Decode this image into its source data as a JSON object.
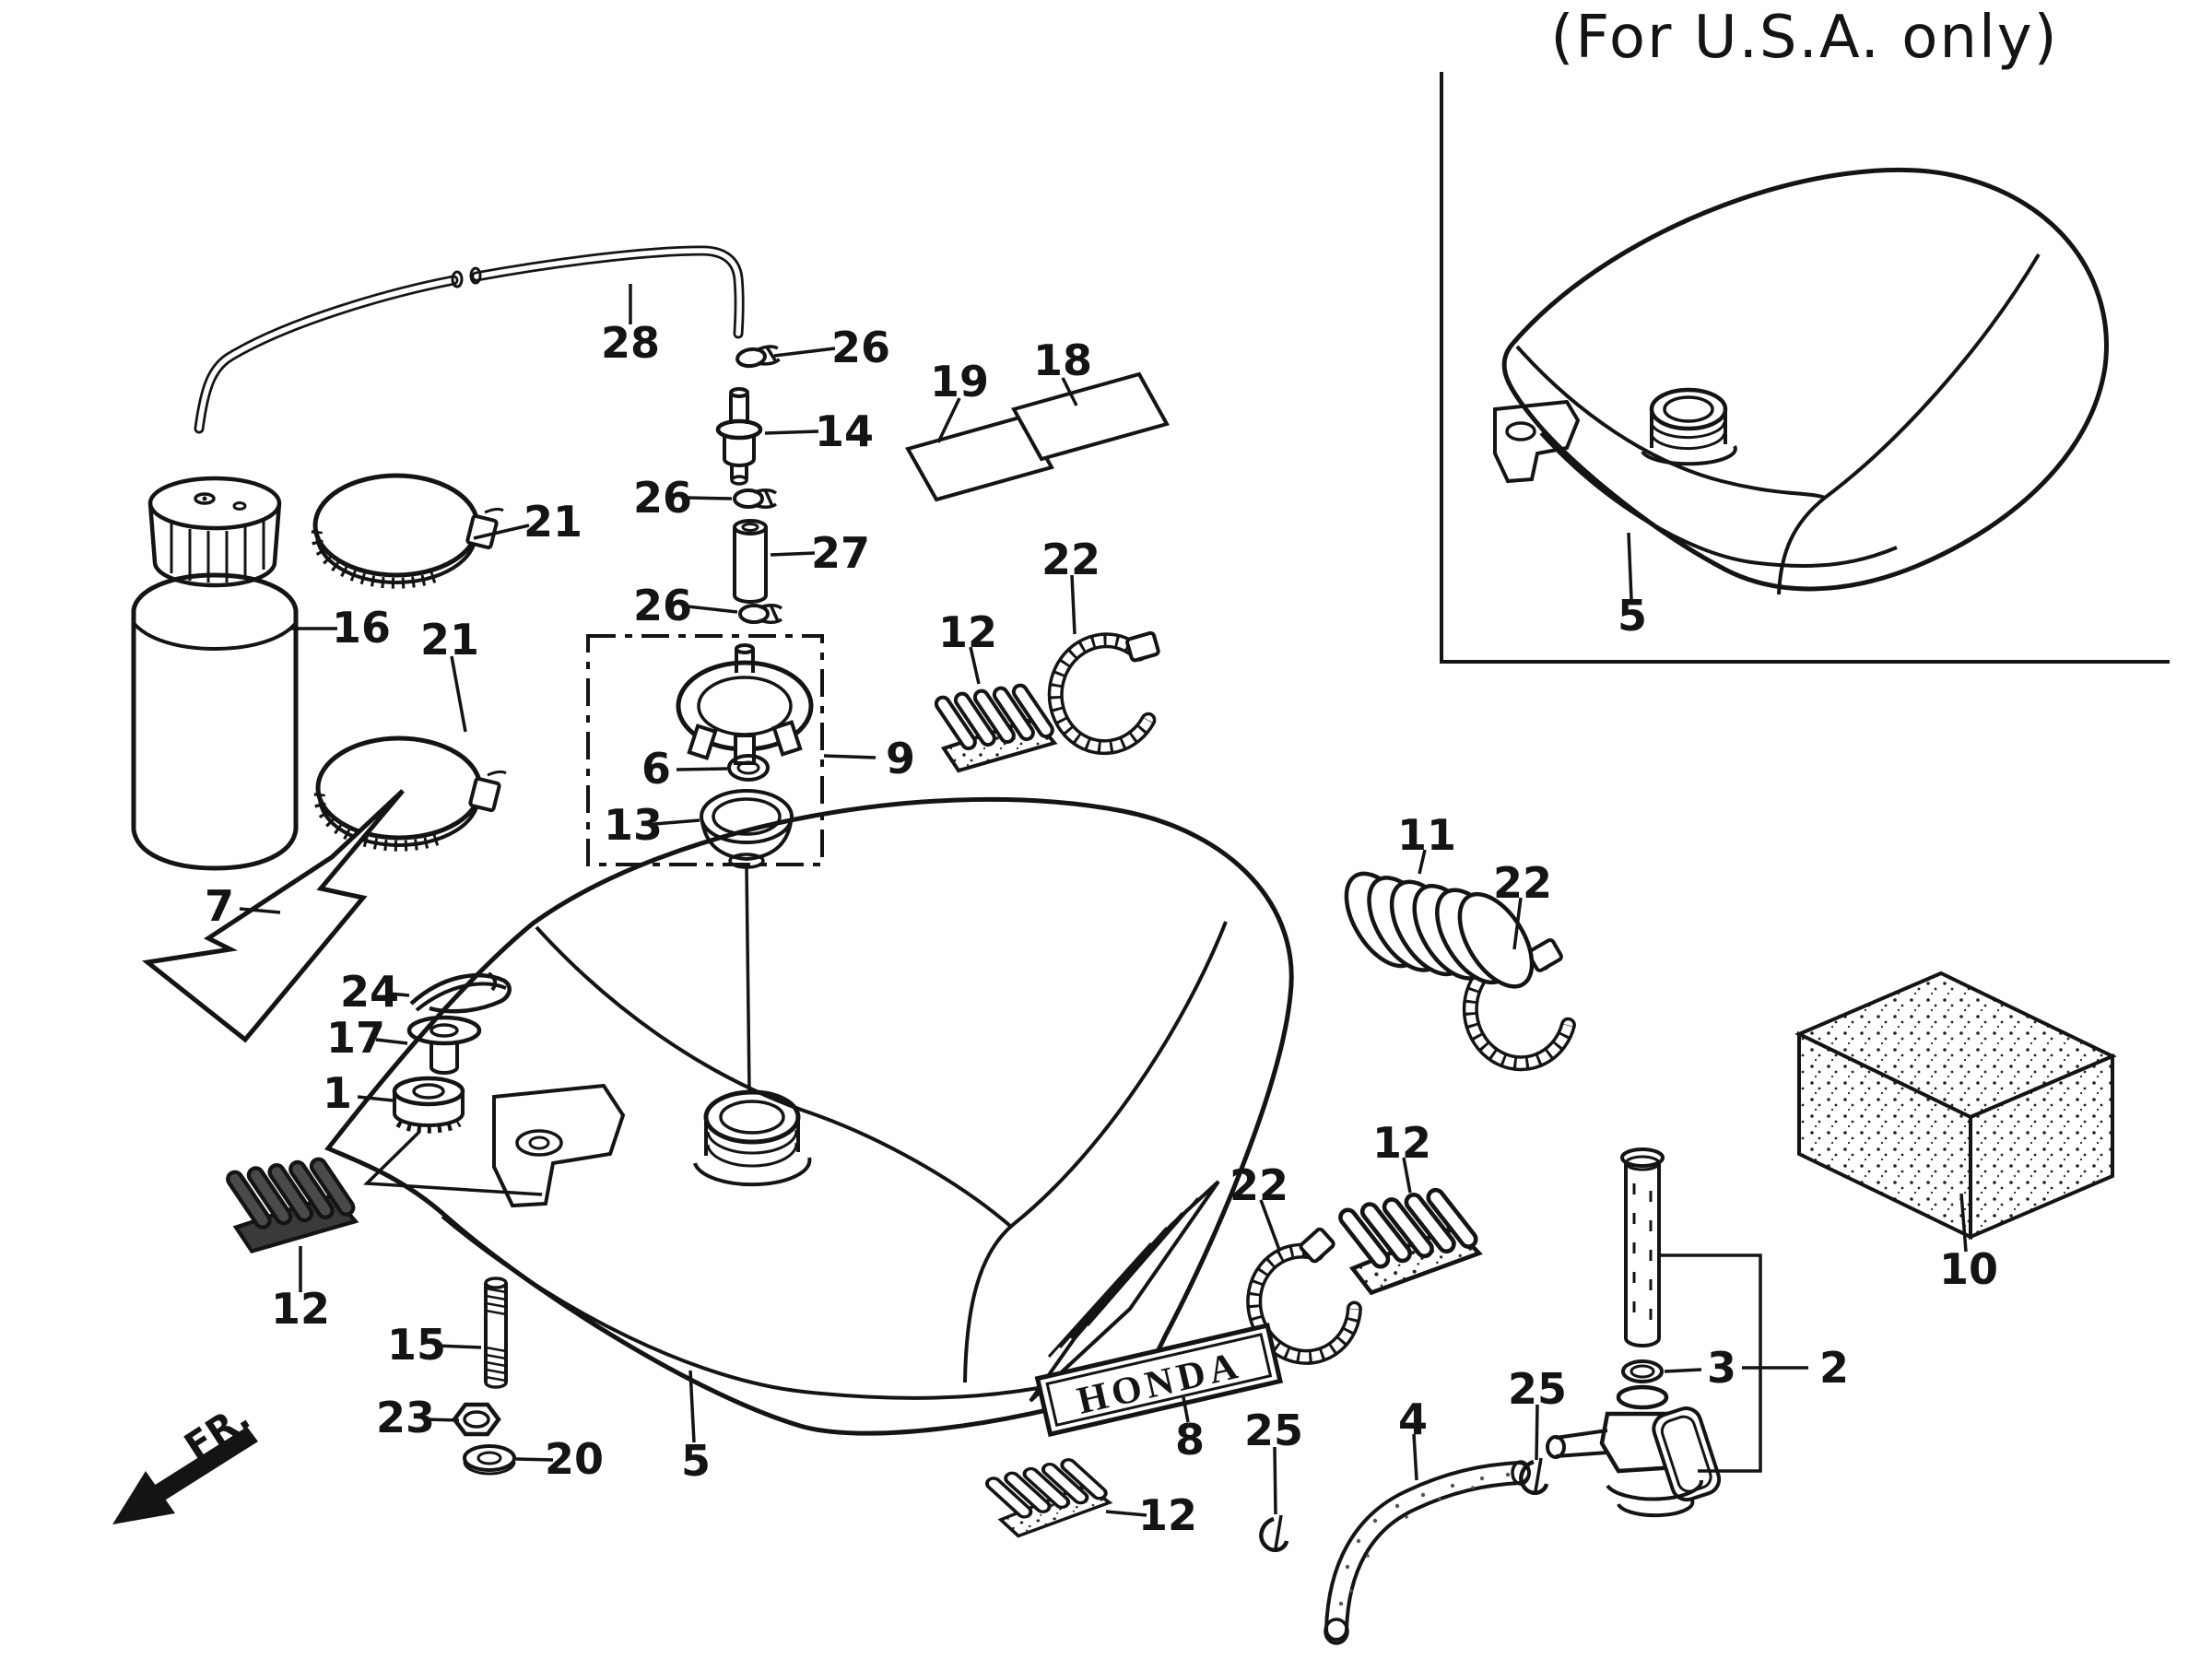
{
  "title": "(For U.S.A. only)",
  "fr_label": "FR.",
  "emblem": "HONDA",
  "callouts": [
    {
      "label": "28"
    },
    {
      "label": "26"
    },
    {
      "label": "14"
    },
    {
      "label": "19"
    },
    {
      "label": "18"
    },
    {
      "label": "26"
    },
    {
      "label": "27"
    },
    {
      "label": "21"
    },
    {
      "label": "26"
    },
    {
      "label": "16"
    },
    {
      "label": "21"
    },
    {
      "label": "12"
    },
    {
      "label": "22"
    },
    {
      "label": "9"
    },
    {
      "label": "6"
    },
    {
      "label": "13"
    },
    {
      "label": "7"
    },
    {
      "label": "11"
    },
    {
      "label": "22"
    },
    {
      "label": "24"
    },
    {
      "label": "17"
    },
    {
      "label": "1"
    },
    {
      "label": "12"
    },
    {
      "label": "22"
    },
    {
      "label": "10"
    },
    {
      "label": "15"
    },
    {
      "label": "3"
    },
    {
      "label": "2"
    },
    {
      "label": "23"
    },
    {
      "label": "20"
    },
    {
      "label": "5"
    },
    {
      "label": "8"
    },
    {
      "label": "25"
    },
    {
      "label": "25"
    },
    {
      "label": "4"
    },
    {
      "label": "12"
    },
    {
      "label": "12"
    },
    {
      "label": "5"
    }
  ]
}
